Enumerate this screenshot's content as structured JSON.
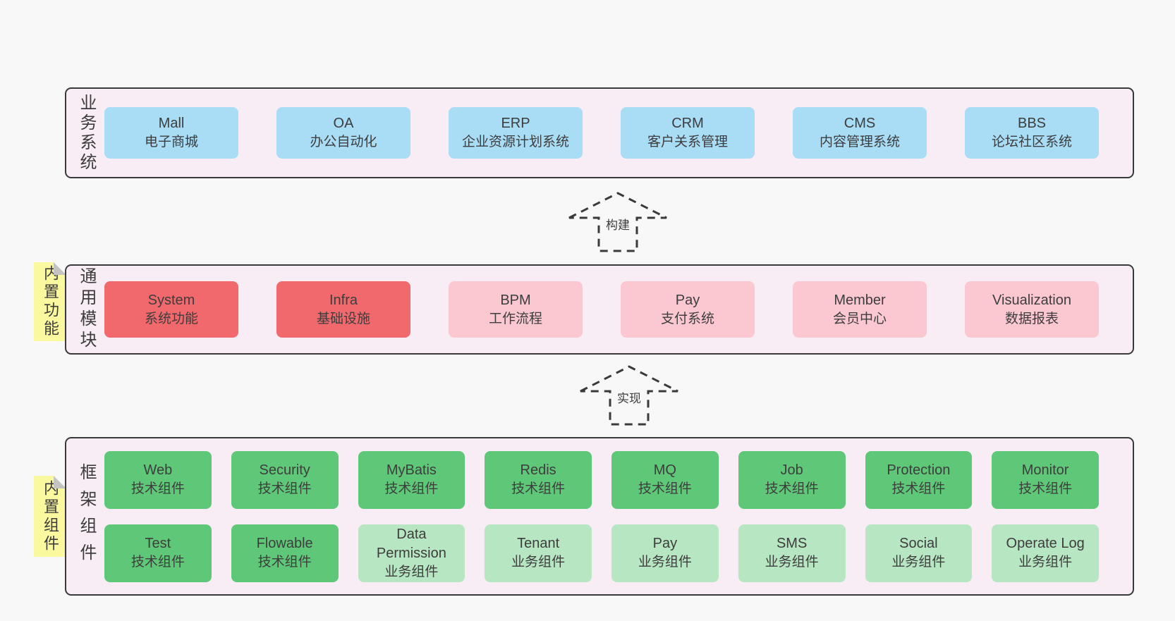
{
  "colors": {
    "page_background": "#F8F8F8",
    "layer_background": "#F8ECF5",
    "layer_border": "#3A3A3A",
    "box_blue": "#A9DCF5",
    "box_red": "#F2696D",
    "box_pink": "#FBC8D2",
    "box_green": "#5FC878",
    "box_lightgreen": "#B7E6C2",
    "sticky_yellow": "#FAF9A0",
    "sticky_fold_gray": "#C3C3C3",
    "text": "#3C3C3C"
  },
  "arrows": [
    {
      "label": "构建"
    },
    {
      "label": "实现"
    }
  ],
  "layers": [
    {
      "label": "业务系统",
      "rows": [
        {
          "boxes": [
            {
              "name": "Mall",
              "desc": "电子商城",
              "variant": "blue"
            },
            {
              "name": "OA",
              "desc": "办公自动化",
              "variant": "blue"
            },
            {
              "name": "ERP",
              "desc": "企业资源计划系统",
              "variant": "blue"
            },
            {
              "name": "CRM",
              "desc": "客户关系管理",
              "variant": "blue"
            },
            {
              "name": "CMS",
              "desc": "内容管理系统",
              "variant": "blue"
            },
            {
              "name": "BBS",
              "desc": "论坛社区系统",
              "variant": "blue"
            }
          ]
        }
      ]
    },
    {
      "label": "通用模块",
      "sticky": "内置功能",
      "rows": [
        {
          "boxes": [
            {
              "name": "System",
              "desc": "系统功能",
              "variant": "red"
            },
            {
              "name": "Infra",
              "desc": "基础设施",
              "variant": "red"
            },
            {
              "name": "BPM",
              "desc": "工作流程",
              "variant": "pink"
            },
            {
              "name": "Pay",
              "desc": "支付系统",
              "variant": "pink"
            },
            {
              "name": "Member",
              "desc": "会员中心",
              "variant": "pink"
            },
            {
              "name": "Visualization",
              "desc": "数据报表",
              "variant": "pink"
            }
          ]
        }
      ]
    },
    {
      "label": "框架组件",
      "sticky": "内置组件",
      "rows": [
        {
          "boxes": [
            {
              "name": "Web",
              "desc": "技术组件",
              "variant": "green"
            },
            {
              "name": "Security",
              "desc": "技术组件",
              "variant": "green"
            },
            {
              "name": "MyBatis",
              "desc": "技术组件",
              "variant": "green"
            },
            {
              "name": "Redis",
              "desc": "技术组件",
              "variant": "green"
            },
            {
              "name": "MQ",
              "desc": "技术组件",
              "variant": "green"
            },
            {
              "name": "Job",
              "desc": "技术组件",
              "variant": "green"
            },
            {
              "name": "Protection",
              "desc": "技术组件",
              "variant": "green"
            },
            {
              "name": "Monitor",
              "desc": "技术组件",
              "variant": "green"
            }
          ]
        },
        {
          "boxes": [
            {
              "name": "Test",
              "desc": "技术组件",
              "variant": "green"
            },
            {
              "name": "Flowable",
              "desc": "技术组件",
              "variant": "green"
            },
            {
              "name": "Data Permission",
              "desc": "业务组件",
              "variant": "lightgreen"
            },
            {
              "name": "Tenant",
              "desc": "业务组件",
              "variant": "lightgreen"
            },
            {
              "name": "Pay",
              "desc": "业务组件",
              "variant": "lightgreen"
            },
            {
              "name": "SMS",
              "desc": "业务组件",
              "variant": "lightgreen"
            },
            {
              "name": "Social",
              "desc": "业务组件",
              "variant": "lightgreen"
            },
            {
              "name": "Operate Log",
              "desc": "业务组件",
              "variant": "lightgreen"
            }
          ]
        }
      ]
    }
  ]
}
